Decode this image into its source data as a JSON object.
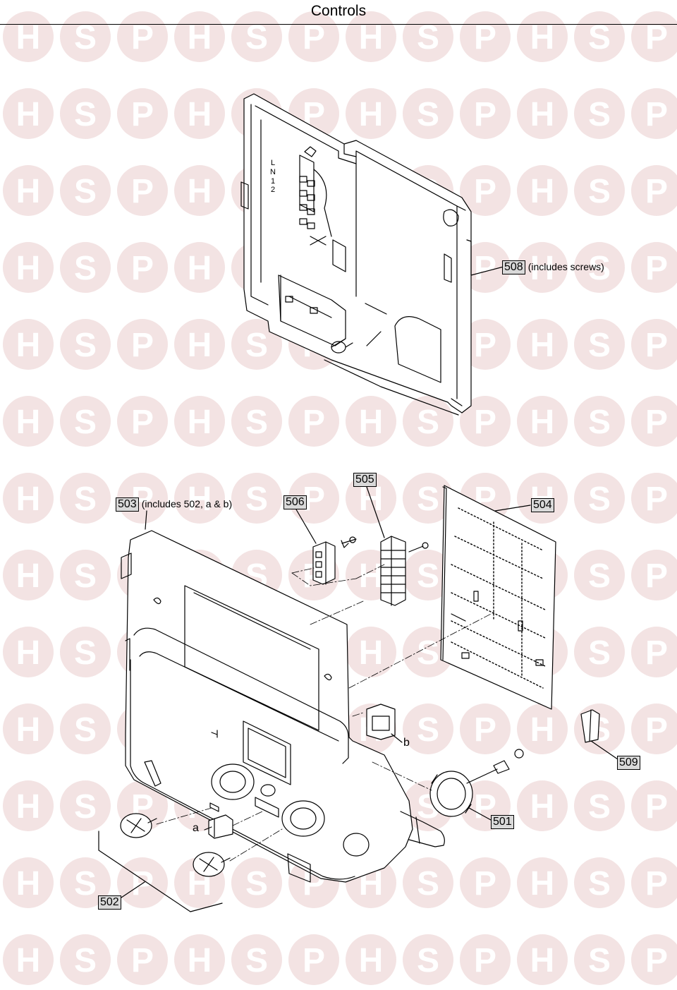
{
  "title": "Controls",
  "watermark": {
    "letters": [
      "H",
      "S",
      "P"
    ],
    "circle_color": "#f3e3e3",
    "letter_color": "#ffffff"
  },
  "callouts": {
    "c508": {
      "number": "508",
      "note": "(includes screws)"
    },
    "c503": {
      "number": "503",
      "note": "(includes 502, a & b)"
    },
    "c506": {
      "number": "506"
    },
    "c505": {
      "number": "505"
    },
    "c504": {
      "number": "504"
    },
    "c509": {
      "number": "509"
    },
    "c501": {
      "number": "501"
    },
    "c502": {
      "number": "502"
    }
  },
  "letters": {
    "a": "a",
    "b": "b"
  },
  "terminal_marks": [
    "2",
    "1",
    "N",
    "L"
  ]
}
